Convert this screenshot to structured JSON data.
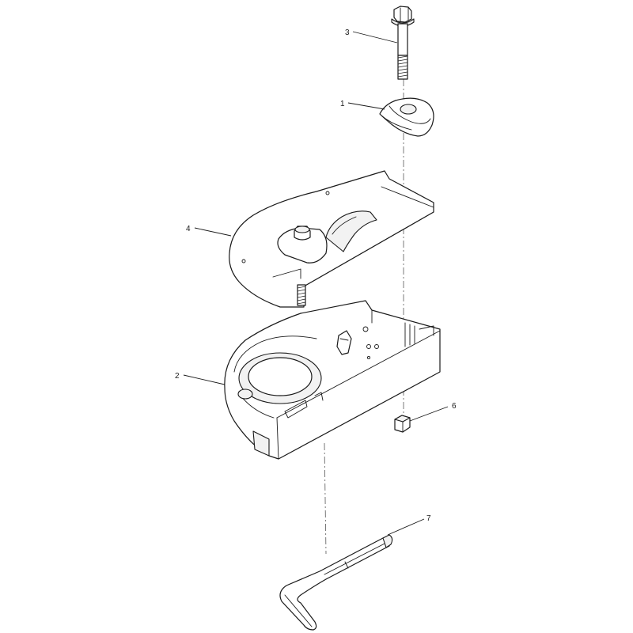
{
  "diagram": {
    "callouts": [
      {
        "id": "1"
      },
      {
        "id": "2"
      },
      {
        "id": "3"
      },
      {
        "id": "4"
      },
      {
        "id": "6"
      },
      {
        "id": "7"
      }
    ]
  }
}
